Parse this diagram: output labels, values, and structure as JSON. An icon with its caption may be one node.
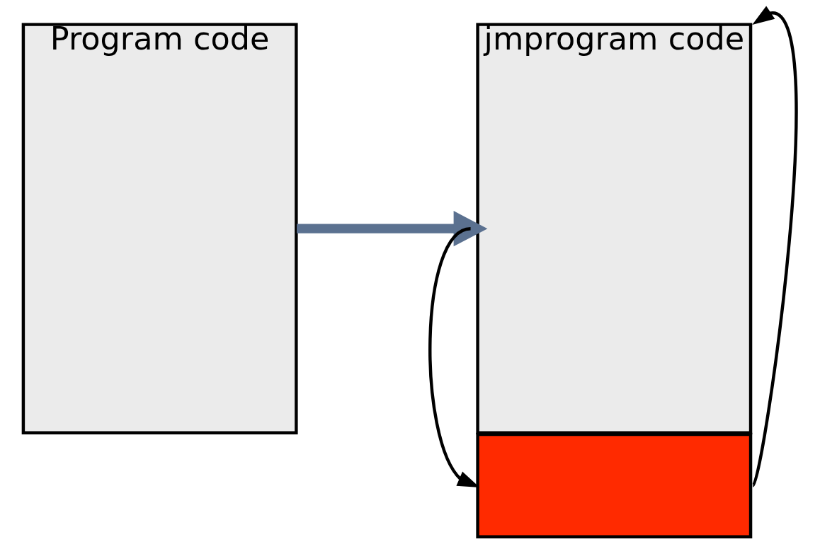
{
  "diagram": {
    "nodes": [
      {
        "text": [
          "Program code"
        ]
      },
      {
        "text": [
          "jmprogram code"
        ]
      },
      {
        "text": [],
        "shape": "box"
      }
    ],
    "edges": [
      {
        "from": 0,
        "to": 1,
        "arrow": "to",
        "style": "thick",
        "color": "#5b7190"
      },
      {
        "from": 1,
        "to": 2,
        "arrow": "to"
      },
      {
        "from": 2,
        "to": 1,
        "arrow": "to"
      }
    ]
  }
}
